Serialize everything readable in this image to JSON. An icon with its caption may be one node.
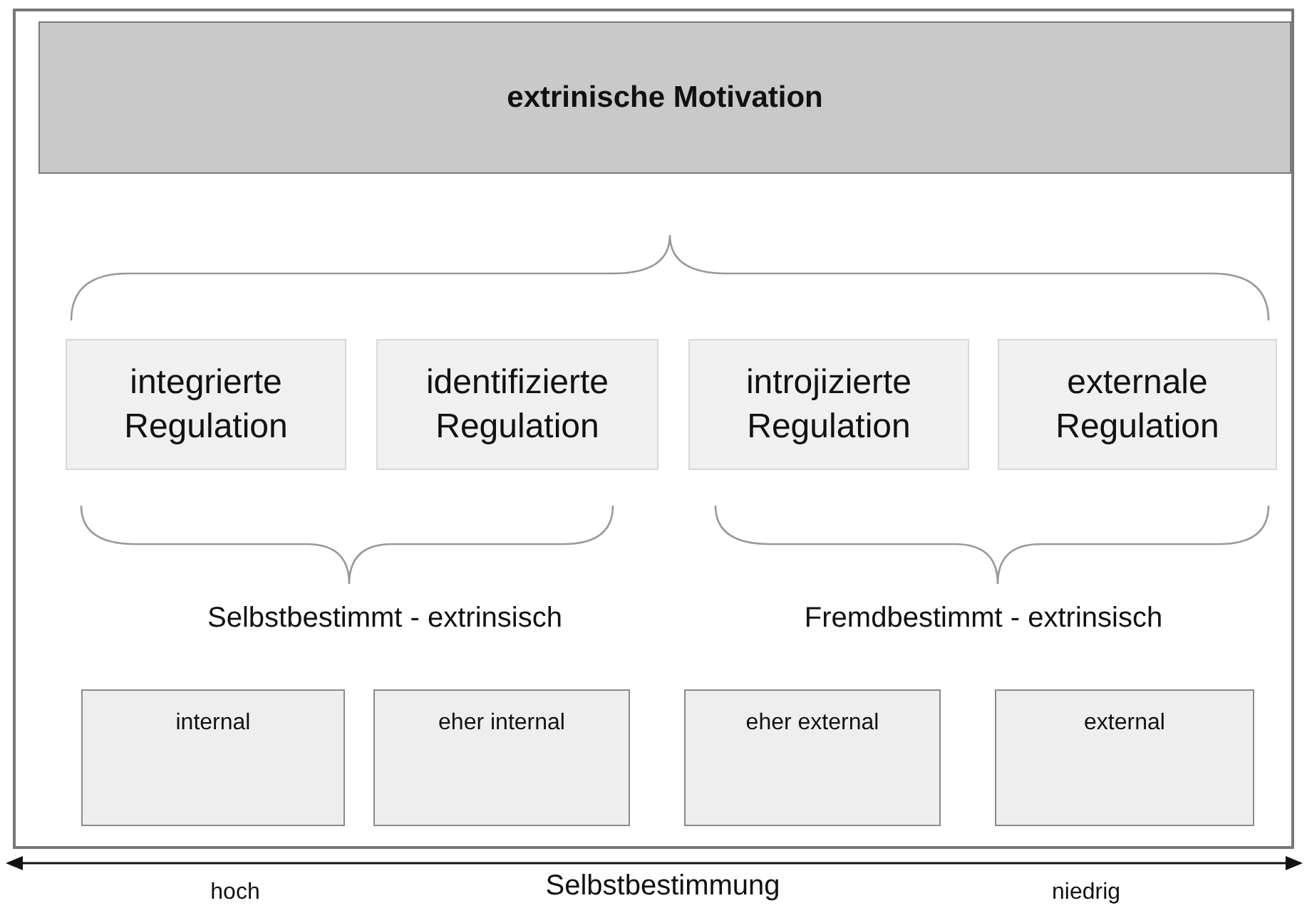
{
  "diagram": {
    "nodes": [
      {
        "text": [
          "extrinische Motivation"
        ]
      },
      {
        "text": [
          "integrierte Regulation"
        ]
      },
      {
        "text": [
          "identifizierte Regulation"
        ]
      },
      {
        "text": [
          "introjizierte Regulation"
        ]
      },
      {
        "text": [
          "externale Regulation"
        ]
      },
      {
        "text": [
          "internal"
        ]
      },
      {
        "text": [
          "eher internal"
        ]
      },
      {
        "text": [
          "eher external"
        ]
      },
      {
        "text": [
          "external"
        ]
      }
    ],
    "labels": [
      "Selbstbestimmt - extrinsisch",
      "Fremdbestimmt - extrinsisch",
      "hoch",
      "Selbstbestimmung",
      "niedrig"
    ]
  }
}
